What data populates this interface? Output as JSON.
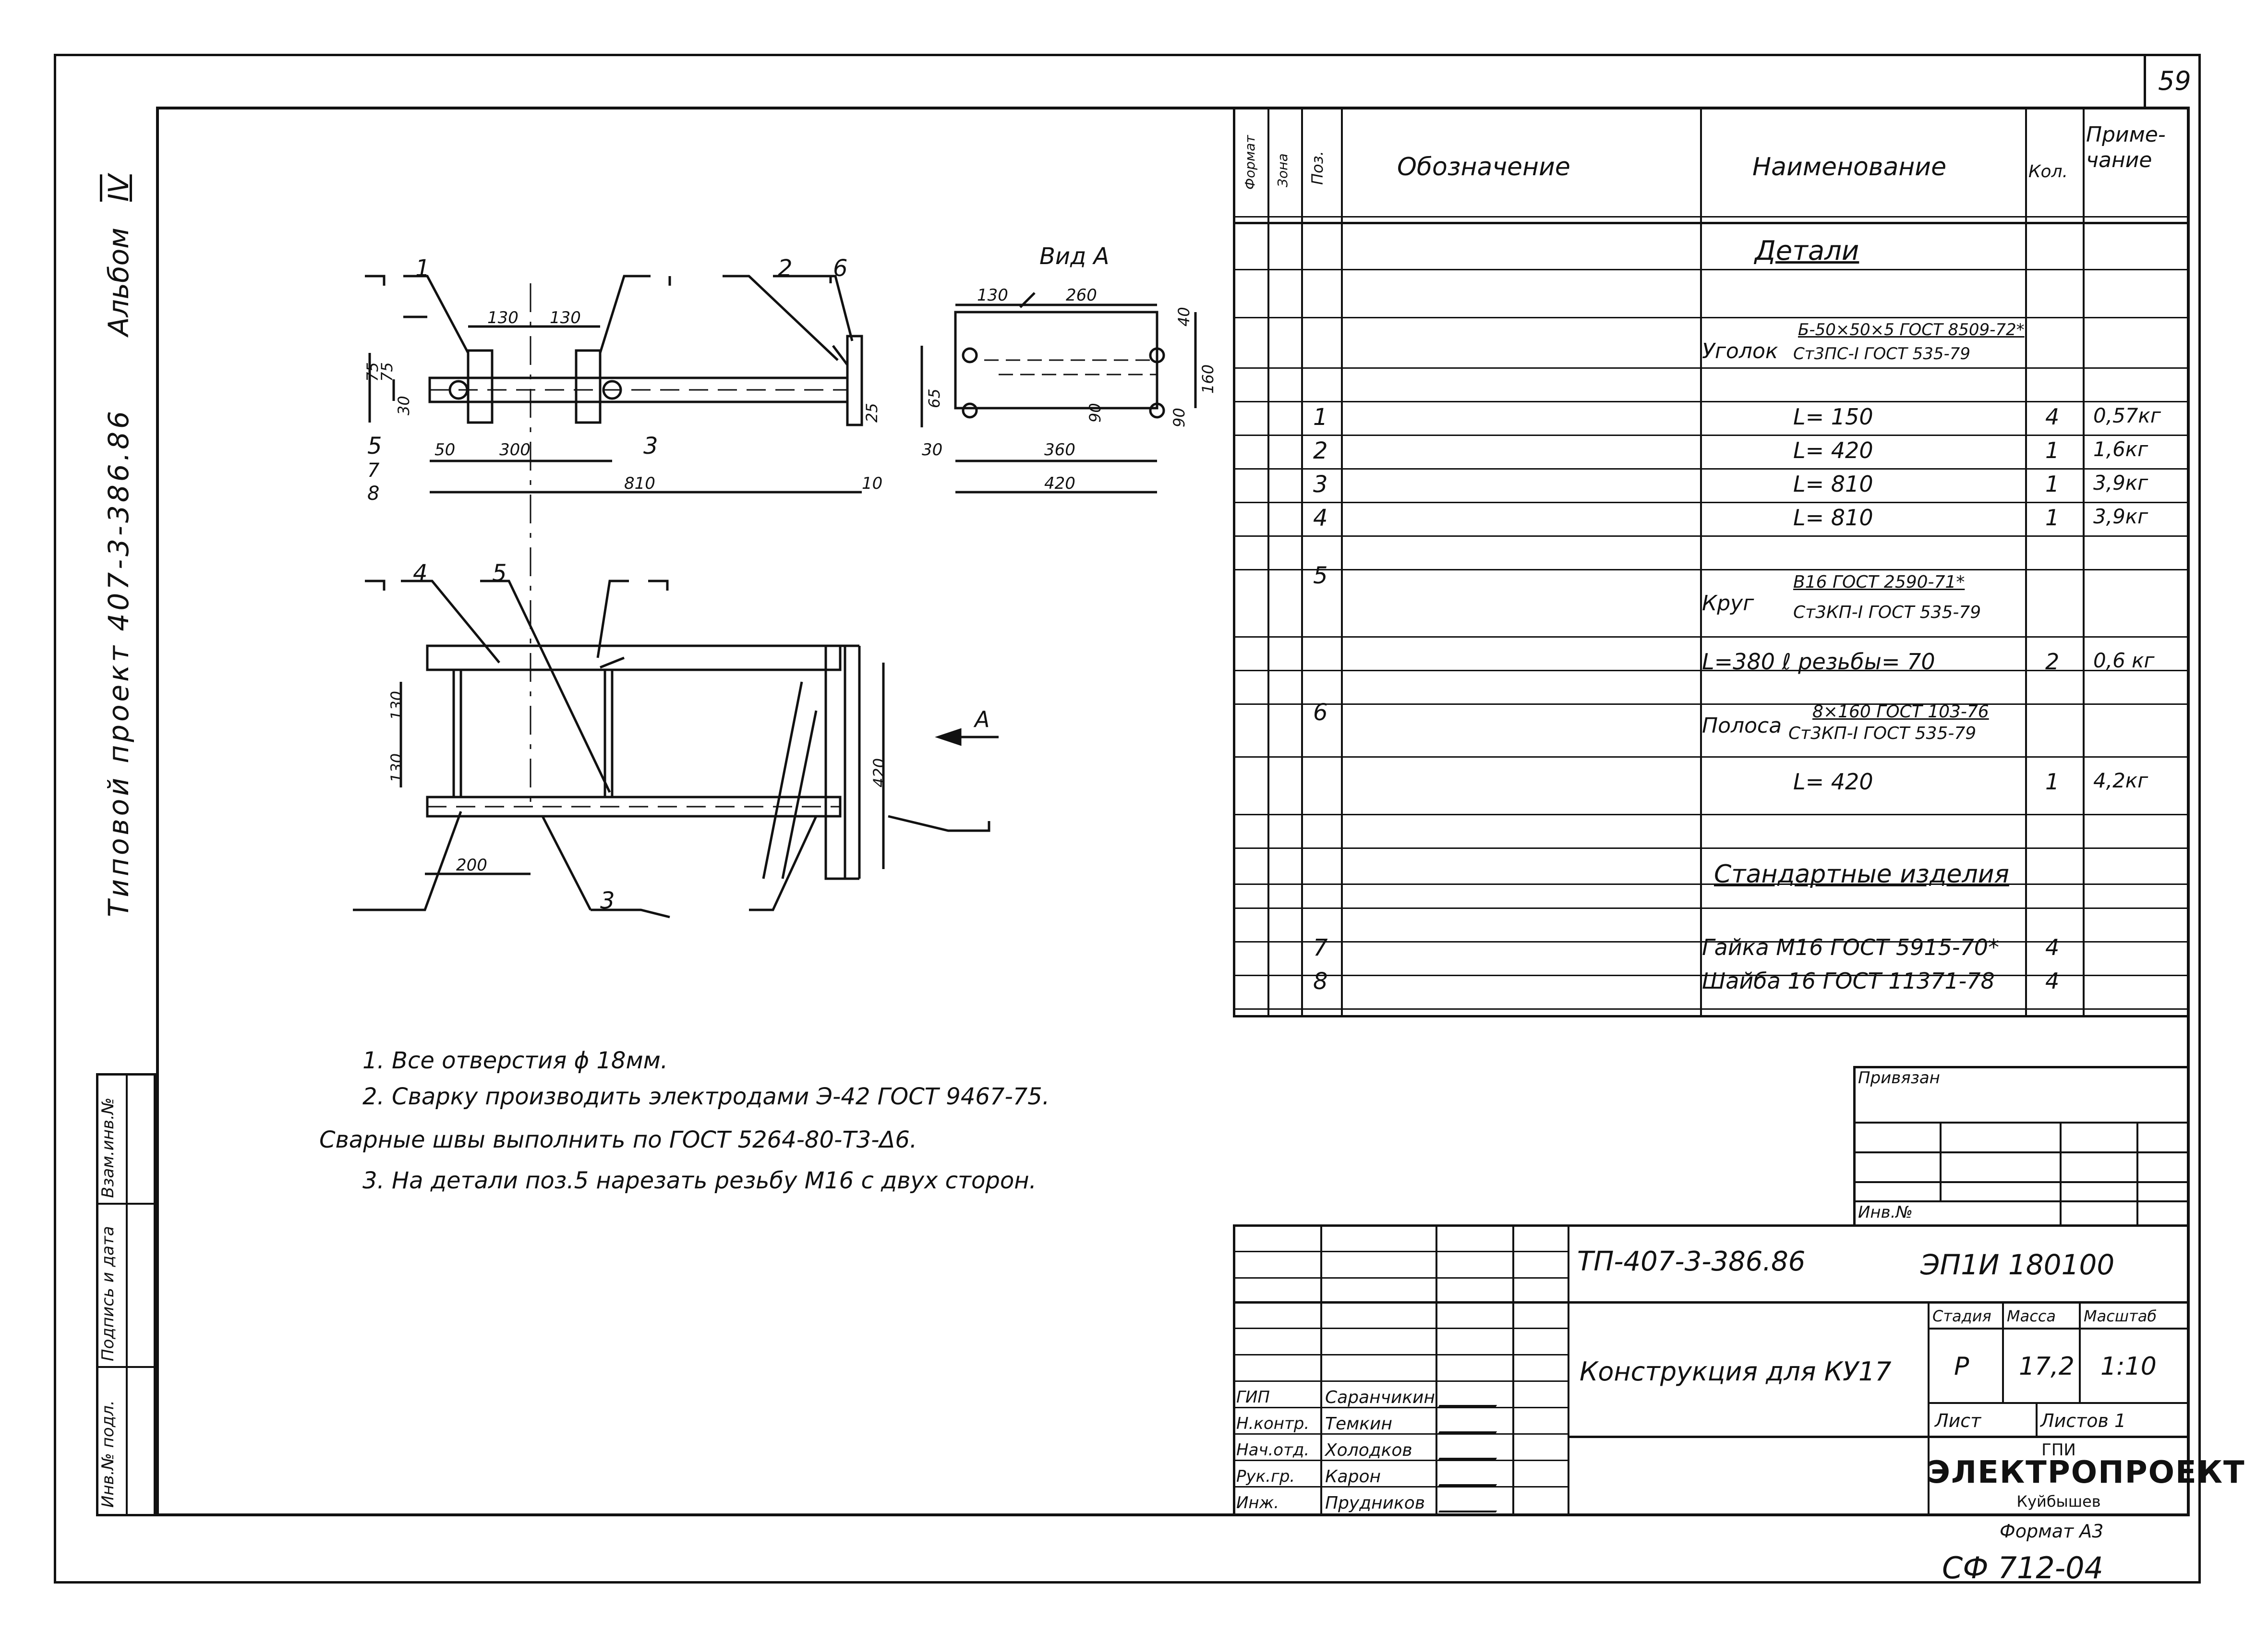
{
  "page_number": "59",
  "album": "Альбом",
  "album_num": "IV",
  "project": "Типовой проект 407-3-386.86",
  "left_stamp": {
    "inv_podl": "Инв.№ подл.",
    "podpis": "Подпись и дата",
    "vzam": "Взам.инв.№"
  },
  "drawing": {
    "view_a": "Вид А",
    "pos_top": [
      "1",
      "2",
      "6"
    ],
    "pos_mid": [
      "5",
      "3"
    ],
    "pos_bottom": [
      "4",
      "5",
      "3"
    ],
    "arrow_a": "А",
    "dims_top": {
      "d130a": "130",
      "d130b": "130",
      "d75a": "75",
      "d75b": "75",
      "d30": "30",
      "d50": "50",
      "d300": "300",
      "d810": "810",
      "d25": "25",
      "d10": "10",
      "pos7": "7",
      "pos8": "8"
    },
    "dims_view": {
      "d130": "130",
      "d260": "260",
      "d40": "40",
      "d65": "65",
      "d90a": "90",
      "d90b": "90",
      "d160": "160",
      "d30": "30",
      "d360": "360",
      "d420": "420"
    },
    "dims_plan": {
      "d130a": "130",
      "d130b": "130",
      "d200": "200",
      "d420": "420"
    }
  },
  "notes": [
    "1. Все отверстия ϕ 18мм.",
    "2. Сварку производить электродами Э-42 ГОСТ 9467-75.",
    "Сварные швы выполнить по ГОСТ 5264-80-Т3-Δ6.",
    "3. На детали поз.5 нарезать резьбу М16 с двух сторон."
  ],
  "spec": {
    "headers": {
      "format": "Формат",
      "zone": "Зона",
      "pos": "Поз.",
      "designation": "Обозначение",
      "name": "Наименование",
      "qty": "Кол.",
      "note": "Приме- чание"
    },
    "section_details": "Детали",
    "section_std": "Стандартные изделия",
    "ugolok_label": "Уголок",
    "ugolok_spec1": "Б-50×50×5 ГОСТ 8509-72*",
    "ugolok_spec2": "Ст3ПС-I ГОСТ 535-79",
    "krug_label": "Круг",
    "krug_spec1": "В16 ГОСТ 2590-71*",
    "krug_spec2": "Ст3КП-I ГОСТ 535-79",
    "polosa_label": "Полоса",
    "polosa_spec1": "8×160 ГОСТ 103-76",
    "polosa_spec2": "Ст3КП-I ГОСТ 535-79",
    "rows": [
      {
        "pos": "1",
        "name": "L= 150",
        "qty": "4",
        "note": "0,57кг"
      },
      {
        "pos": "2",
        "name": "L= 420",
        "qty": "1",
        "note": "1,6кг"
      },
      {
        "pos": "3",
        "name": "L= 810",
        "qty": "1",
        "note": "3,9кг"
      },
      {
        "pos": "4",
        "name": "L= 810",
        "qty": "1",
        "note": "3,9кг"
      },
      {
        "pos": "5",
        "name": "",
        "qty": "",
        "note": ""
      },
      {
        "pos": "",
        "name": "L=380   ℓ резьбы= 70",
        "qty": "2",
        "note": "0,6 кг"
      },
      {
        "pos": "6",
        "name": "",
        "qty": "",
        "note": ""
      },
      {
        "pos": "",
        "name": "L= 420",
        "qty": "1",
        "note": "4,2кг"
      },
      {
        "pos": "7",
        "name": "Гайка М16 ГОСТ 5915-70*",
        "qty": "4",
        "note": ""
      },
      {
        "pos": "8",
        "name": "Шайба 16 ГОСТ 11371-78",
        "qty": "4",
        "note": ""
      }
    ]
  },
  "privyazan": "Привязан",
  "inv_no": "Инв.№",
  "title_block": {
    "doc_code": "ТП-407-3-386.86",
    "code2": "ЭП1И 180100",
    "title": "Конструкция для КУ17",
    "stage_h": "Стадия",
    "mass_h": "Масса",
    "scale_h": "Масштаб",
    "stage": "Р",
    "mass": "17,2",
    "scale": "1:10",
    "sheet_h": "Лист",
    "sheets_h": "Листов 1",
    "org1": "ГПИ",
    "org2": "ЭЛЕКТРОПРОЕКТ",
    "org3": "Куйбышев",
    "staff": [
      {
        "role": "ГИП",
        "name": "Саранчикин"
      },
      {
        "role": "Н.контр.",
        "name": "Темкин"
      },
      {
        "role": "Нач.отд.",
        "name": "Холодков"
      },
      {
        "role": "Рук.гр.",
        "name": "Карон"
      },
      {
        "role": "Инж.",
        "name": "Прудников"
      }
    ]
  },
  "format": "Формат А3",
  "bottom_code": "СФ 712-04"
}
